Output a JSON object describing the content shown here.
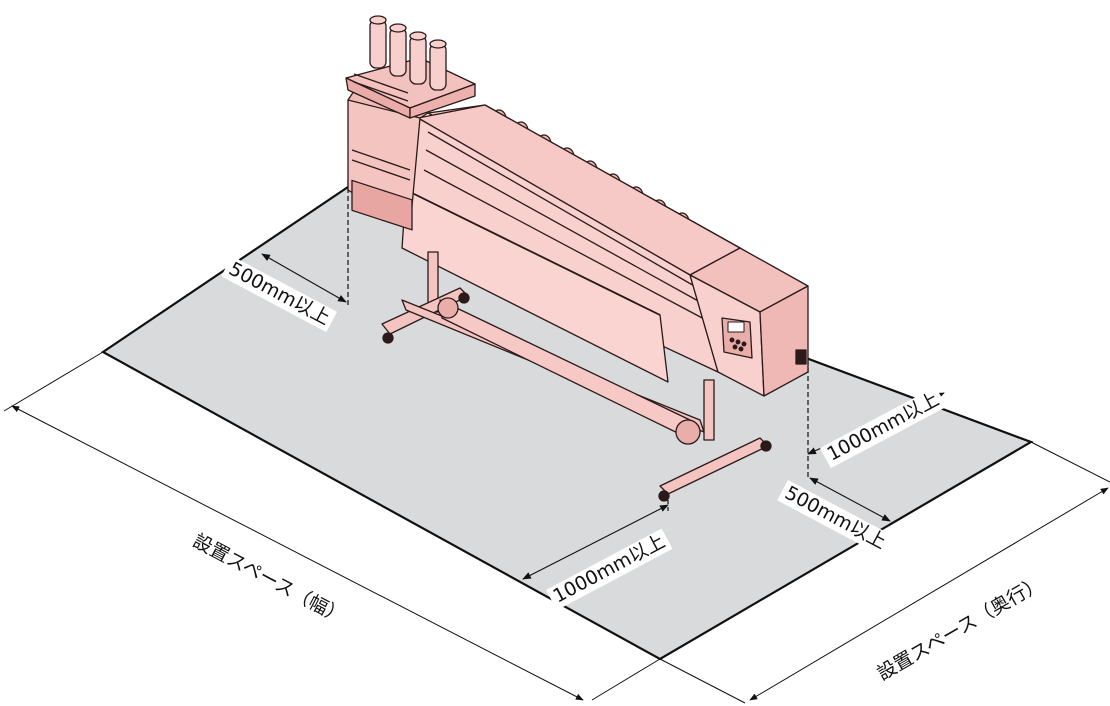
{
  "labels": {
    "left_side_clearance": "500mm以上",
    "right_rear_clearance": "1000mm以上",
    "right_side_clearance": "500mm以上",
    "front_clearance": "1000mm以上",
    "width_dimension": "設置スペース（幅）",
    "depth_dimension": "設置スペース（奥行）"
  },
  "colors": {
    "floor": "#d9dadc",
    "printer_body": "#f6c9c6",
    "printer_outline": "#2a1a1a",
    "line": "#111111"
  }
}
